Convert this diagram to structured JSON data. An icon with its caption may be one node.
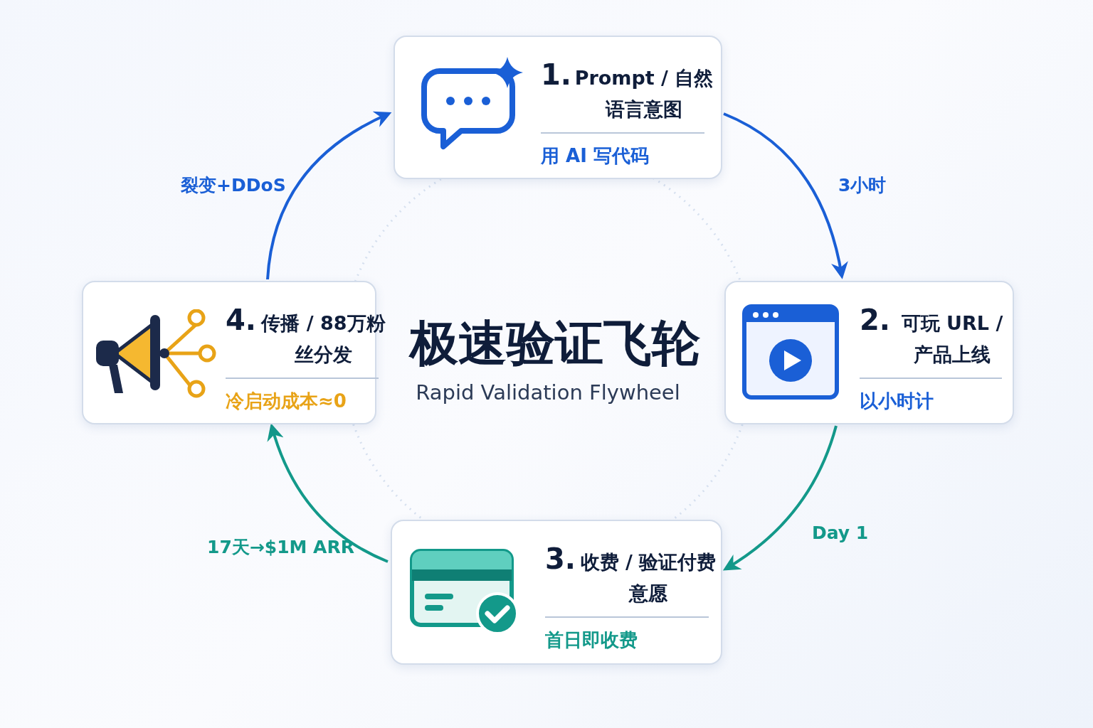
{
  "diagram": {
    "title": "极速验证飞轮",
    "nodes": [
      {
        "text": [
          "1.",
          "Prompt / 自然语言意图",
          "用 AI 写代码"
        ]
      },
      {
        "text": [
          "2.",
          "可玩 URL / 产品上线",
          "以小时计"
        ]
      },
      {
        "text": [
          "3.",
          "收费 / 验证付费意愿",
          "首日即收费"
        ]
      },
      {
        "text": [
          "4.",
          "传播 / 88万粉丝分发",
          "冷启动成本≈0"
        ]
      }
    ],
    "edges": [
      {
        "from": 0,
        "to": 1,
        "arrow": "to",
        "label": "3小时",
        "color": "#1a5fd6"
      },
      {
        "from": 1,
        "to": 2,
        "arrow": "to",
        "label": "Day 1",
        "color": "#13998a"
      },
      {
        "from": 2,
        "to": 3,
        "arrow": "to",
        "label": "17天→$1M ARR",
        "color": "#13998a"
      },
      {
        "from": 3,
        "to": 0,
        "arrow": "to",
        "label": "裂变+DDoS",
        "color": "#1a5fd6"
      }
    ],
    "labels": [
      "Rapid Validation Flywheel"
    ]
  }
}
